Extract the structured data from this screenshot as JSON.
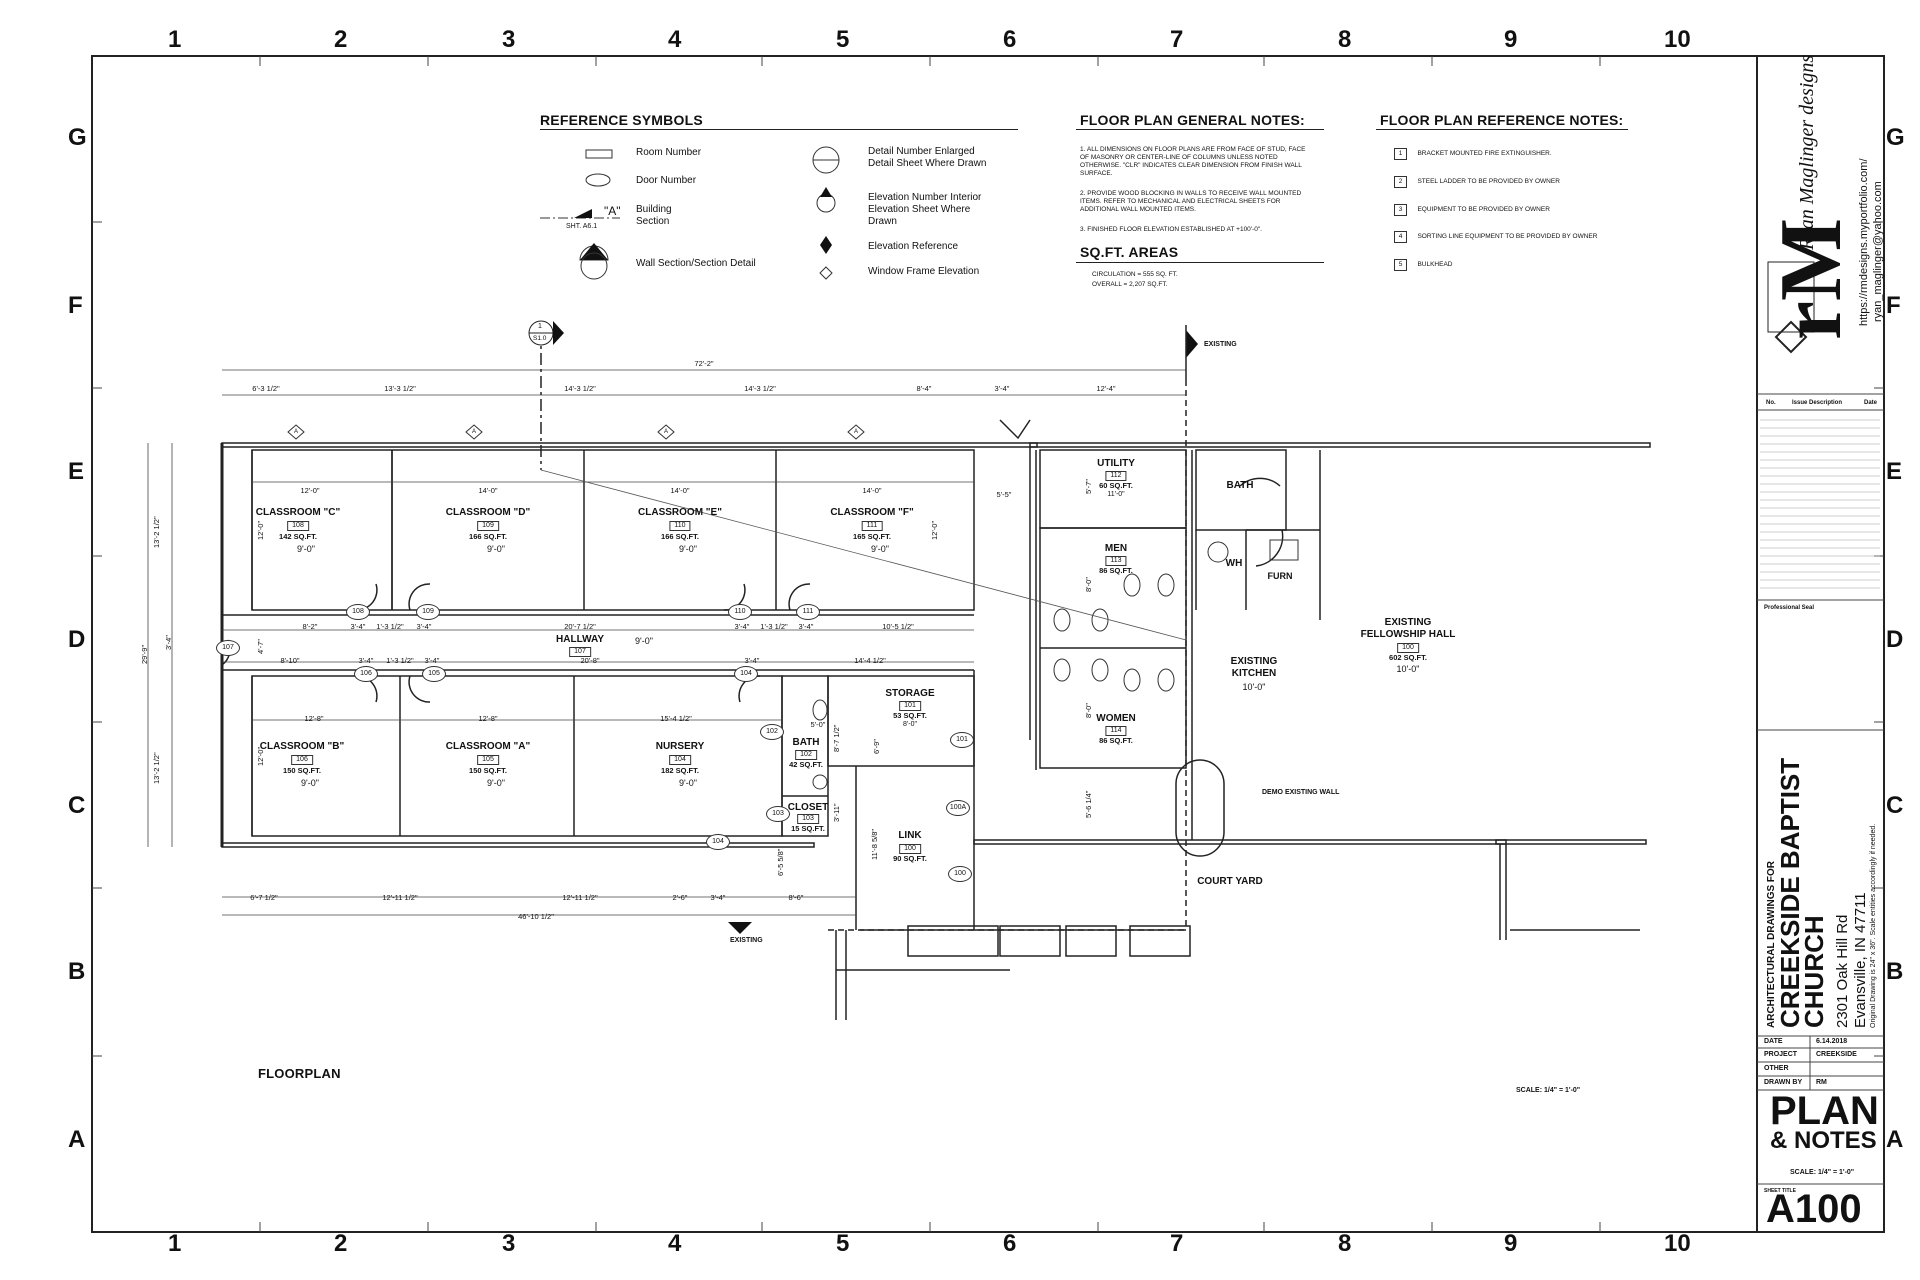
{
  "grid": {
    "columns": [
      "1",
      "2",
      "3",
      "4",
      "5",
      "6",
      "7",
      "8",
      "9",
      "10"
    ],
    "rows": [
      "G",
      "F",
      "E",
      "D",
      "C",
      "B",
      "A"
    ]
  },
  "reference_symbols": {
    "title": "REFERENCE SYMBOLS",
    "items": {
      "room_number": "Room Number",
      "door_number": "Door Number",
      "building_section_mark": "\"A\"",
      "building_section_sheet": "SHT. A6.1",
      "building_section": "Building Section",
      "wall_section": "Wall Section/Section Detail",
      "detail_number": "Detail Number Enlarged Detail Sheet Where Drawn",
      "elevation_number": "Elevation Number Interior Elevation Sheet Where Drawn",
      "elevation_reference": "Elevation Reference",
      "window_frame_elevation": "Window Frame Elevation"
    }
  },
  "general_notes": {
    "title": "FLOOR PLAN GENERAL NOTES:",
    "notes": [
      "1.  ALL DIMENSIONS ON FLOOR PLANS ARE FROM FACE OF STUD, FACE OF MASONRY OR CENTER-LINE OF COLUMNS UNLESS NOTED OTHERWISE. \"CLR\" INDICATES CLEAR DIMENSION FROM FINISH WALL SURFACE.",
      "2.  PROVIDE WOOD BLOCKING IN WALLS TO RECEIVE WALL MOUNTED ITEMS. REFER TO MECHANICAL AND ELECTRICAL SHEETS FOR ADDITIONAL WALL MOUNTED ITEMS.",
      "3.  FINISHED FLOOR ELEVATION ESTABLISHED AT +100'-0\"."
    ],
    "areas_title": "SQ.FT. AREAS",
    "circulation": "CIRCULATION = 555 SQ. FT.",
    "overall": "OVERALL = 2,207 SQ.FT."
  },
  "reference_notes": {
    "title": "FLOOR PLAN REFERENCE NOTES:",
    "notes": [
      {
        "num": "1",
        "text": "BRACKET MOUNTED FIRE EXTINGUISHER."
      },
      {
        "num": "2",
        "text": "STEEL LADDER TO BE PROVIDED BY OWNER"
      },
      {
        "num": "3",
        "text": "EQUIPMENT TO BE PROVIDED BY OWNER"
      },
      {
        "num": "4",
        "text": "SORTING LINE EQUIPMENT TO BE PROVIDED BY OWNER"
      },
      {
        "num": "5",
        "text": "BULKHEAD"
      }
    ]
  },
  "rooms": {
    "classroom_c": {
      "name": "CLASSROOM \"C\"",
      "num": "108",
      "area": "142 SQ.FT.",
      "elev": "9'-0\""
    },
    "classroom_d": {
      "name": "CLASSROOM \"D\"",
      "num": "109",
      "area": "166 SQ.FT.",
      "elev": "9'-0\""
    },
    "classroom_e": {
      "name": "CLASSROOM \"E\"",
      "num": "110",
      "area": "166 SQ.FT.",
      "elev": "9'-0\""
    },
    "classroom_f": {
      "name": "CLASSROOM \"F\"",
      "num": "111",
      "area": "165 SQ.FT.",
      "elev": "9'-0\""
    },
    "classroom_b": {
      "name": "CLASSROOM \"B\"",
      "num": "106",
      "area": "150 SQ.FT.",
      "elev": "9'-0\""
    },
    "classroom_a": {
      "name": "CLASSROOM \"A\"",
      "num": "105",
      "area": "150 SQ.FT.",
      "elev": "9'-0\""
    },
    "nursery": {
      "name": "NURSERY",
      "num": "104",
      "area": "182 SQ.FT.",
      "elev": "9'-0\""
    },
    "hallway": {
      "name": "HALLWAY",
      "num": "107",
      "elev": "9'-0\""
    },
    "storage": {
      "name": "STORAGE",
      "num": "101",
      "area": "53 SQ.FT.",
      "elev": "8'-0\""
    },
    "bath": {
      "name": "BATH",
      "num": "102",
      "area": "42 SQ.FT."
    },
    "closet": {
      "name": "CLOSET",
      "num": "103",
      "area": "15 SQ.FT."
    },
    "link": {
      "name": "LINK",
      "num": "100",
      "area": "90 SQ.FT."
    },
    "utility": {
      "name": "UTILITY",
      "num": "112",
      "area": "60 SQ.FT.",
      "elev": "11'-0\""
    },
    "men": {
      "name": "MEN",
      "num": "113",
      "area": "86 SQ.FT."
    },
    "women": {
      "name": "WOMEN",
      "num": "114",
      "area": "86 SQ.FT."
    },
    "bath2": {
      "name": "BATH"
    },
    "wh": {
      "name": "WH"
    },
    "furn": {
      "name": "FURN"
    },
    "kitchen": {
      "name": "EXISTING KITCHEN",
      "elev": "10'-0\""
    },
    "fellowship": {
      "name": "EXISTING FELLOWSHIP HALL",
      "num": "100",
      "area": "602 SQ.FT.",
      "elev": "10'-0\""
    },
    "courtyard": {
      "name": "COURT YARD"
    }
  },
  "doors": [
    "108",
    "109",
    "110",
    "111",
    "107",
    "106",
    "105",
    "104",
    "102",
    "103",
    "101",
    "100A",
    "104",
    "100"
  ],
  "dimensions": {
    "overall_top": "72'-2\"",
    "top": [
      "6'-3 1/2\"",
      "13'-3 1/2\"",
      "14'-3 1/2\"",
      "14'-3 1/2\"",
      "8'-4\"",
      "3'-4\"",
      "12'-4\""
    ],
    "upper_room_widths": [
      "12'-0\"",
      "14'-0\"",
      "14'-0\"",
      "14'-0\""
    ],
    "hall_top": [
      "8'-2\"",
      "3'-4\"",
      "1'-3 1/2\"",
      "3'-4\"",
      "20'-7 1/2\"",
      "3'-4\"",
      "1'-3 1/2\"",
      "3'-4\"",
      "10'-5 1/2\""
    ],
    "hall_bottom": [
      "8'-10\"",
      "3'-4\"",
      "1'-3 1/2\"",
      "3'-4\"",
      "20'-8\"",
      "3'-4\"",
      "14'-4 1/2\""
    ],
    "lower_room_widths": [
      "12'-8\"",
      "12'-8\"",
      "15'-4 1/2\""
    ],
    "bottom": [
      "6'-7 1/2\"",
      "12'-11 1/2\"",
      "12'-11 1/2\"",
      "2'-6\"",
      "3'-4\"",
      "8'-6\""
    ],
    "overall_bottom": "46'-10 1/2\"",
    "left": [
      "13'-2 1/2\"",
      "3'-4\"",
      "13'-2 1/2\""
    ],
    "overall_left": "29'-9\"",
    "misc": [
      "12'-0\"",
      "12'-0\"",
      "4'-7\"",
      "12'-0\"",
      "5'-0\"",
      "8'-7 1/2\"",
      "3'-11\"",
      "6'-9\"",
      "6'-5 5/8\"",
      "11'-8 5/8\"",
      "5'-5\"",
      "5'-7\"",
      "8'-0\"",
      "8'-0\"",
      "5'-6 1/4\""
    ]
  },
  "annotations": {
    "existing_top": "EXISTING",
    "existing_bottom": "EXISTING",
    "demo_wall": "DEMO EXISTING WALL",
    "section_num": "1",
    "section_sheet": "S1.0",
    "window_tag": "A"
  },
  "plan_title": "FLOORPLAN",
  "plan_scale": "SCALE: 1/4\" = 1'-0\"",
  "title_block": {
    "logo_text": "rM",
    "designer_sig": "Ryan Maglinger designs",
    "web": "https://rmdesigns.myportfolio.com/",
    "email": "ryan_maglinger@yahoo.com",
    "rev_headers": [
      "No.",
      "Issue Description",
      "Date"
    ],
    "seal_label": "Professional Seal",
    "project_pre": "ARCHITECTURAL DRAWINGS FOR",
    "project_name": "CREEKSIDE BAPTIST CHURCH",
    "address1": "2301 Oak Hill Rd",
    "address2": "Evansville, IN 47711",
    "scale_note": "Original Drawing is 24\" x 36\". Scale entities accordingly if needed.",
    "fields": [
      {
        "label": "DATE",
        "value": "6.14.2018"
      },
      {
        "label": "PROJECT",
        "value": "CREEKSIDE"
      },
      {
        "label": "OTHER",
        "value": ""
      },
      {
        "label": "DRAWN BY",
        "value": "RM"
      }
    ],
    "sheet_name1": "PLAN",
    "sheet_name2": "& NOTES",
    "sheet_scale": "SCALE: 1/4\" = 1'-0\"",
    "sheet_title_lbl": "SHEET TITLE",
    "sheet_number": "A100"
  }
}
